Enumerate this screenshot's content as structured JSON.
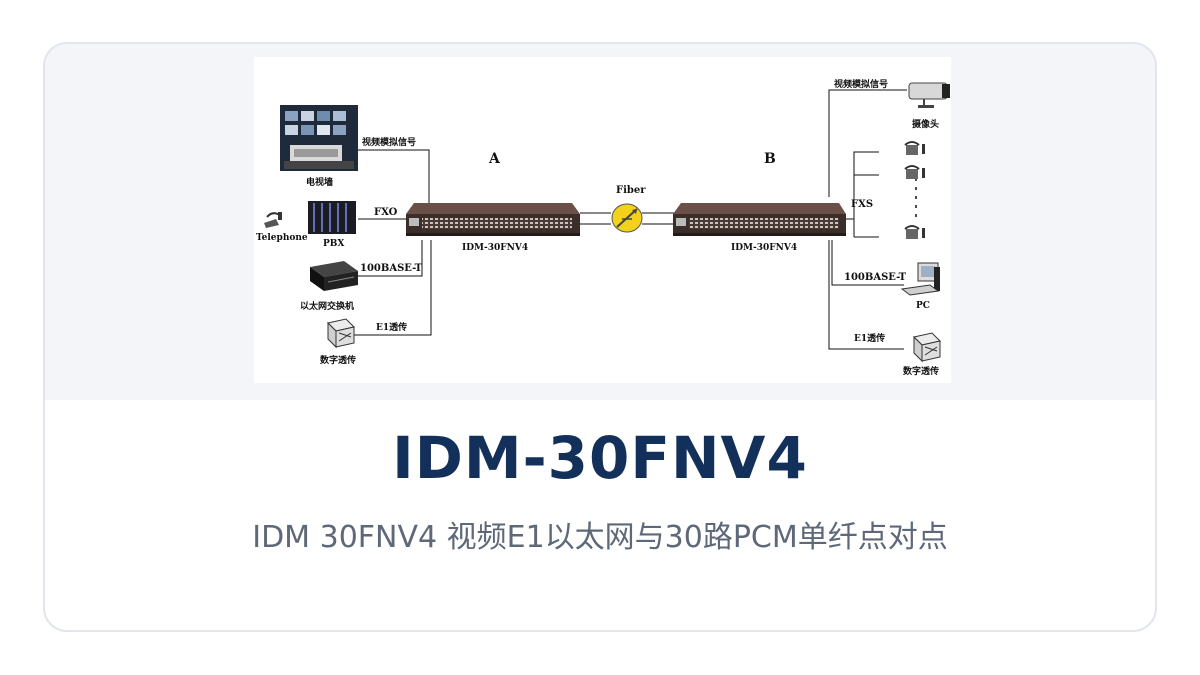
{
  "product": {
    "title": "IDM-30FNV4",
    "subtitle": "IDM 30FNV4 视频E1以太网与30路PCM单纤点对点"
  },
  "diagram": {
    "site_a": "A",
    "site_b": "B",
    "fiber_label": "Fiber",
    "device_a_model": "IDM-30FNV4",
    "device_b_model": "IDM-30FNV4",
    "left": {
      "tv_wall_label": "电视墙",
      "video_signal_label": "视频模拟信号",
      "telephone_label": "Telephone",
      "pbx_label": "PBX",
      "fxo_label": "FXO",
      "switch_label": "以太网交换机",
      "ethernet_label": "100BASE-T",
      "e1_label": "E1透传",
      "data_label": "数字透传"
    },
    "right": {
      "video_signal_label": "视频模拟信号",
      "camera_label": "摄像头",
      "fxs_label": "FXS",
      "ethernet_label": "100BASE-T",
      "pc_label": "PC",
      "e1_label": "E1透传",
      "data_label": "数字透传"
    }
  }
}
